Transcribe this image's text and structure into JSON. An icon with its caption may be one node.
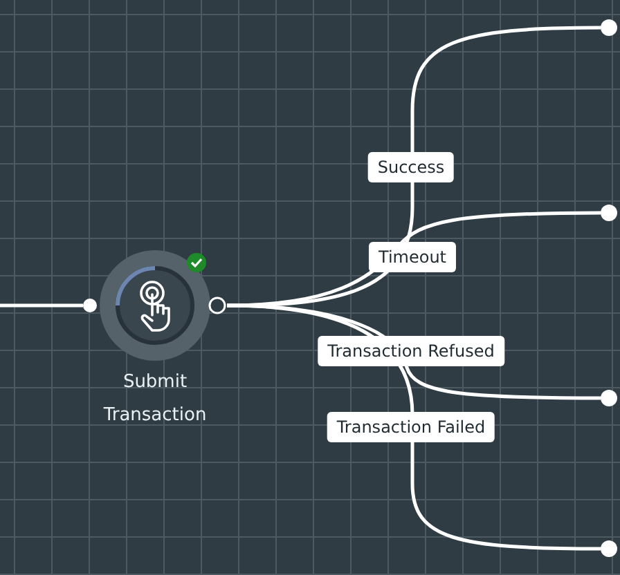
{
  "diagram": {
    "nodes": [
      {
        "text": [
          "Submit Transaction"
        ]
      },
      {
        "text": [],
        "shape": "circle"
      },
      {
        "text": [],
        "shape": "circle"
      },
      {
        "text": [],
        "shape": "circle"
      },
      {
        "text": [],
        "shape": "circle"
      }
    ],
    "edges": [
      {
        "from": null,
        "to": 0,
        "arrow": "none"
      },
      {
        "from": 0,
        "to": 1,
        "arrow": "none",
        "label": "Success"
      },
      {
        "from": 0,
        "to": 2,
        "arrow": "none",
        "label": "Timeout"
      },
      {
        "from": 0,
        "to": 3,
        "arrow": "none",
        "label": "Transaction Refused"
      },
      {
        "from": 0,
        "to": 4,
        "arrow": "none",
        "label": "Transaction Failed"
      }
    ]
  }
}
